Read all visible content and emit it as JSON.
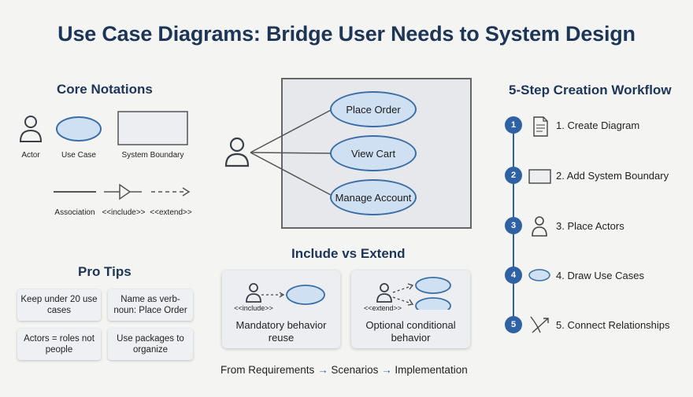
{
  "title": "Use Case Diagrams: Bridge User Needs to System Design",
  "core_notations": {
    "heading": "Core Notations",
    "actor_label": "Actor",
    "use_case_label": "Use Case",
    "system_boundary_label": "System Boundary",
    "association_label": "Association",
    "include_label": "<<include>>",
    "extend_label": "<<extend>>"
  },
  "example_diagram": {
    "use_cases": [
      "Place Order",
      "View Cart",
      "Manage Account"
    ]
  },
  "pro_tips": {
    "heading": "Pro Tips",
    "items": [
      "Keep under 20 use cases",
      "Name as verb-noun: Place Order",
      "Actors = roles not people",
      "Use packages to organize"
    ]
  },
  "include_vs_extend": {
    "heading": "Include vs Extend",
    "include_tag": "<<include>>",
    "include_caption": "Mandatory behavior reuse",
    "extend_tag": "<<extend>>",
    "extend_caption": "Optional conditional behavior"
  },
  "footer": {
    "part1": "From Requirements",
    "part2": "Scenarios",
    "part3": "Implementation",
    "arrow": "→"
  },
  "workflow": {
    "heading": "5-Step Creation Workflow",
    "steps": [
      {
        "num": "1",
        "label": "1. Create Diagram",
        "icon": "document-icon"
      },
      {
        "num": "2",
        "label": "2. Add System Boundary",
        "icon": "rectangle-icon"
      },
      {
        "num": "3",
        "label": "3. Place Actors",
        "icon": "actor-icon"
      },
      {
        "num": "4",
        "label": "4. Draw Use Cases",
        "icon": "ellipse-icon"
      },
      {
        "num": "5",
        "label": "5. Connect Relationships",
        "icon": "connector-icon"
      }
    ]
  },
  "colors": {
    "accent": "#2e62a5",
    "heading": "#1d3557",
    "use_case_fill": "#cfe0f3",
    "background": "#f4f5f3"
  }
}
